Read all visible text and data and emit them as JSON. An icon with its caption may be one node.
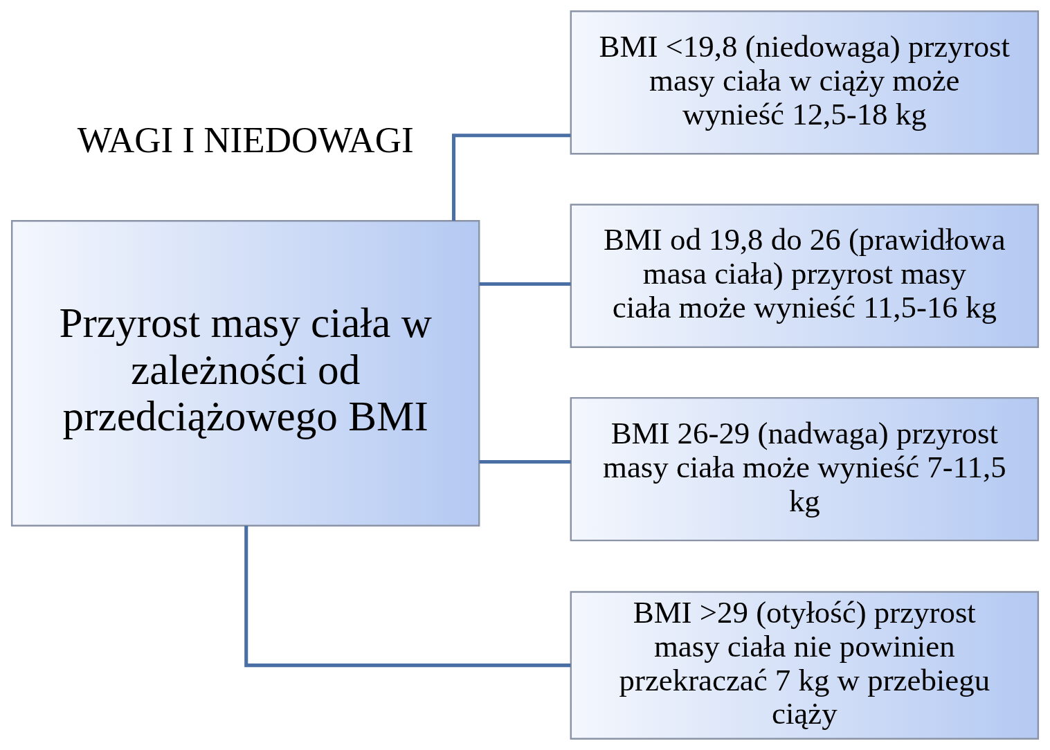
{
  "diagram": {
    "nodes": [
      {
        "text": [
          "Przyrost masy ciała w zależności od przedciążowego BMI"
        ]
      },
      {
        "text": [
          "BMI <19,8 (niedowaga) przyrost masy ciała w ciąży może wynieść 12,5-18 kg"
        ]
      },
      {
        "text": [
          "BMI od 19,8 do 26 (prawidłowa masa ciała) przyrost masy ciała może wynieść 11,5-16 kg"
        ]
      },
      {
        "text": [
          "BMI 26-29 (nadwaga) przyrost masy ciała może wynieść 7-11,5 kg"
        ]
      },
      {
        "text": [
          "BMI >29 (otyłość) przyrost masy ciała nie powinien przekraczać 7 kg w przebiegu ciąży"
        ]
      }
    ],
    "edges": [
      {
        "from": 0,
        "to": 1,
        "arrow": "none"
      },
      {
        "from": 0,
        "to": 2,
        "arrow": "none"
      },
      {
        "from": 0,
        "to": 3,
        "arrow": "none"
      },
      {
        "from": 0,
        "to": 4,
        "arrow": "none"
      }
    ],
    "labels": [
      "WAGI I NIEDOWAGI"
    ]
  }
}
